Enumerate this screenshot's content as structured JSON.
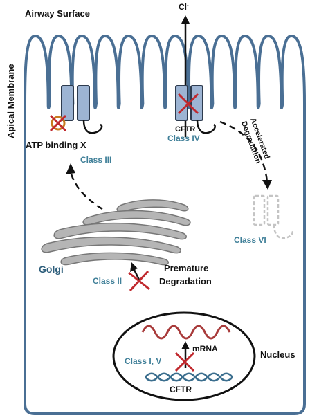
{
  "labels": {
    "airway_surface": "Airway Surface",
    "apical_membrane": "Apical Membrane",
    "chloride": "Cl",
    "chloride_sup": "-",
    "atp_binding": "ATP binding X",
    "cftr": "CFTR",
    "class_iv": "Class IV",
    "class_iii": "Class III",
    "accelerated_line1": "Accelerated",
    "accelerated_line2": "Degradation",
    "class_vi": "Class VI",
    "golgi": "Golgi",
    "class_ii": "Class II",
    "premature_line1": "Premature",
    "premature_line2": "Degradation",
    "mrna": "mRNA",
    "class_i_v": "Class I, V",
    "nucleus": "Nucleus",
    "cftr_gene": "CFTR"
  },
  "colors": {
    "membrane": "#4a6f94",
    "channel_fill": "#9db4d3",
    "channel_stroke": "#2e3b4e",
    "defect_x": "#c0282d",
    "atp_circle": "#c87a1e",
    "golgi": "#b5b5b5",
    "mrna": "#a83a3a",
    "dna": "#3b6e8e",
    "class_label": "#3f7f98"
  }
}
